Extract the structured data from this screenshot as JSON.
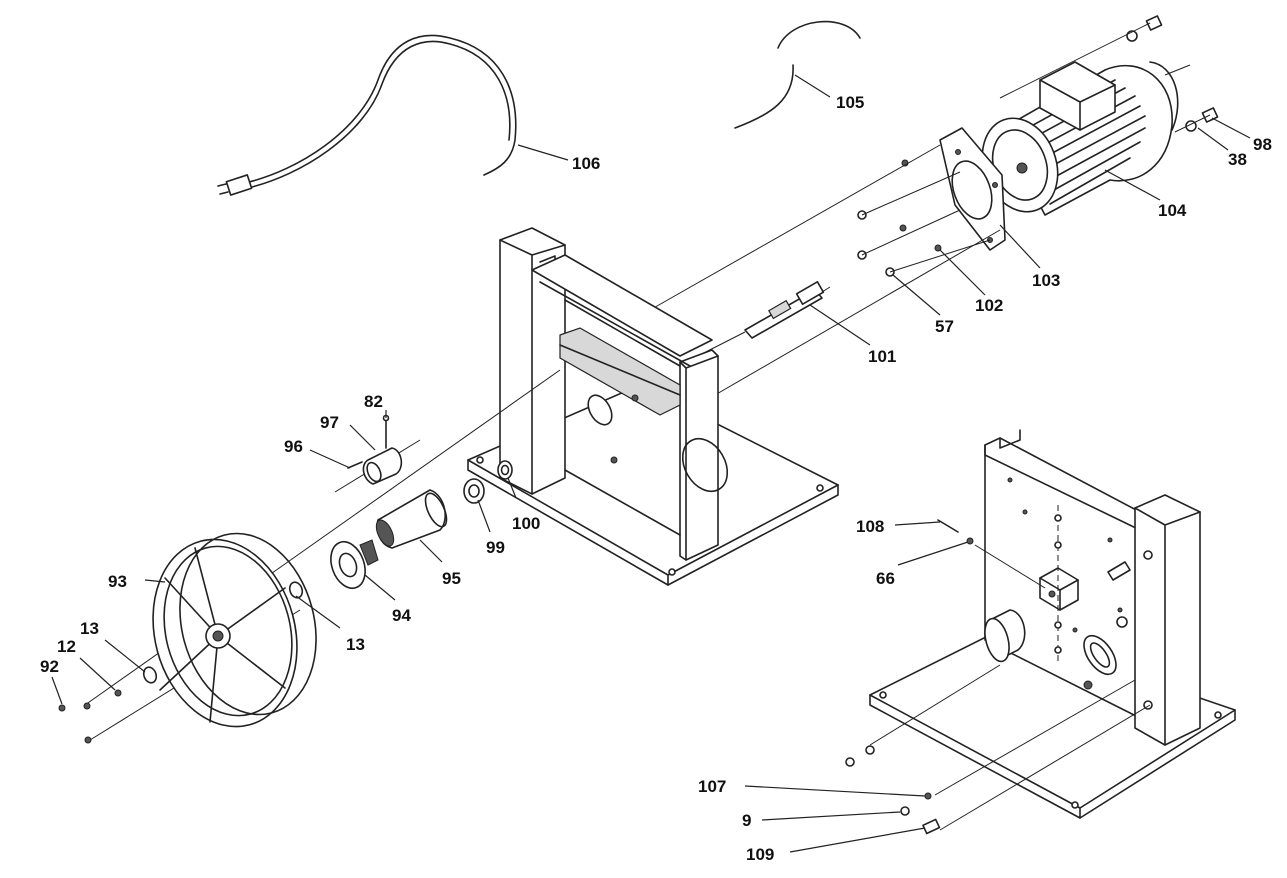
{
  "diagram": {
    "callouts": [
      {
        "id": "106",
        "text": "106"
      },
      {
        "id": "105",
        "text": "105"
      },
      {
        "id": "98",
        "text": "98"
      },
      {
        "id": "38",
        "text": "38"
      },
      {
        "id": "104",
        "text": "104"
      },
      {
        "id": "103",
        "text": "103"
      },
      {
        "id": "102",
        "text": "102"
      },
      {
        "id": "57",
        "text": "57"
      },
      {
        "id": "101",
        "text": "101"
      },
      {
        "id": "82",
        "text": "82"
      },
      {
        "id": "97",
        "text": "97"
      },
      {
        "id": "96",
        "text": "96"
      },
      {
        "id": "100",
        "text": "100"
      },
      {
        "id": "99",
        "text": "99"
      },
      {
        "id": "95",
        "text": "95"
      },
      {
        "id": "94",
        "text": "94"
      },
      {
        "id": "93",
        "text": "93"
      },
      {
        "id": "13a",
        "text": "13"
      },
      {
        "id": "13b",
        "text": "13"
      },
      {
        "id": "12",
        "text": "12"
      },
      {
        "id": "92",
        "text": "92"
      },
      {
        "id": "108",
        "text": "108"
      },
      {
        "id": "66",
        "text": "66"
      },
      {
        "id": "107",
        "text": "107"
      },
      {
        "id": "9",
        "text": "9"
      },
      {
        "id": "109",
        "text": "109"
      }
    ]
  }
}
